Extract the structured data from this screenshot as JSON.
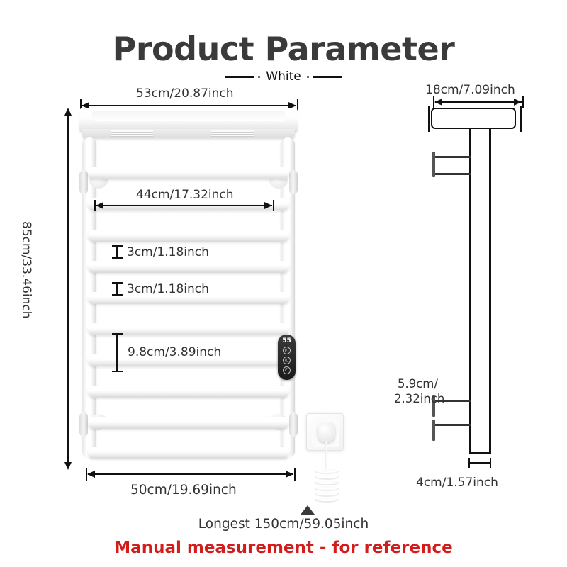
{
  "header": {
    "title": "Product Parameter",
    "color_label": "White"
  },
  "front_view": {
    "width_top": "53cm/20.87inch",
    "width_inner": "44cm/17.32inch",
    "height_total": "85cm/33.46inch",
    "bar_thickness_1": "3cm/1.18inch",
    "bar_thickness_2": "3cm/1.18inch",
    "bar_gap": "9.8cm/3.89inch",
    "width_bottom": "50cm/19.69inch"
  },
  "side_view": {
    "shelf_depth": "18cm/7.09inch",
    "bracket_offset": "5.9cm/\n2.32inch",
    "bracket_offset_line1": "5.9cm/",
    "bracket_offset_line2": "2.32inch",
    "body_depth": "4cm/1.57inch"
  },
  "control_panel": {
    "temperature": "55",
    "buttons": [
      "clock-icon",
      "timer-icon",
      "power-icon"
    ],
    "button_glyphs": [
      "◴",
      "◴",
      "⏻"
    ]
  },
  "footer": {
    "cord_length": "Longest 150cm/59.05inch",
    "disclaimer": "Manual measurement - for reference",
    "disclaimer_color": "#d31c1c"
  }
}
